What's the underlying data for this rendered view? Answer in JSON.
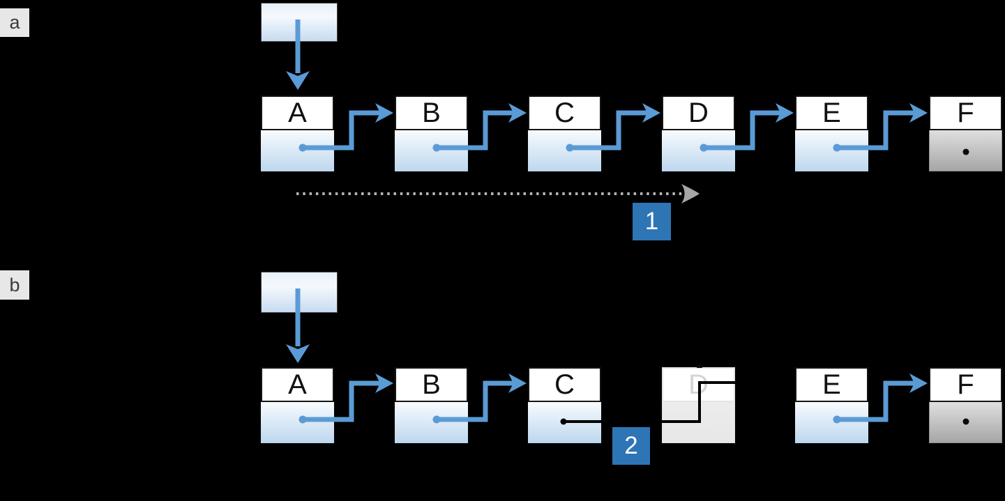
{
  "sections": [
    {
      "tag": "a",
      "badge": "1",
      "nodes": [
        {
          "label": "A",
          "pointer": "next"
        },
        {
          "label": "B",
          "pointer": "next"
        },
        {
          "label": "C",
          "pointer": "next"
        },
        {
          "label": "D",
          "pointer": "next"
        },
        {
          "label": "E",
          "pointer": "next"
        },
        {
          "label": "F",
          "pointer": "null"
        }
      ]
    },
    {
      "tag": "b",
      "badge": "2",
      "nodes": [
        {
          "label": "A",
          "pointer": "next"
        },
        {
          "label": "B",
          "pointer": "next"
        },
        {
          "label": "C",
          "pointer": "bypass-black-line"
        },
        {
          "label": "D",
          "pointer": "none",
          "state": "deleted"
        },
        {
          "label": "E",
          "pointer": "next"
        },
        {
          "label": "F",
          "pointer": "null"
        }
      ]
    }
  ],
  "colors": {
    "background": "#000000",
    "pointer_arrow_blue": "#5b9bd5",
    "step_badge_blue": "#2e75b6",
    "node_fill_top": "#f8fbfe",
    "node_fill_bottom": "#bdd7ee",
    "null_box_top": "#dfdfdf",
    "null_box_bottom": "#a6a6a6",
    "deleted_node_gray": "#e9e9e9",
    "dotted_arrow_gray": "#b5b5b5"
  },
  "icons": {
    "head-pointer-down-arrow-icon": "solid blue down arrow",
    "next-pointer-arrow-icon": "blue elbow arrow to next node",
    "pointer-origin-dot-icon": "blue filled circle",
    "null-pointer-dot-icon": "black filled circle",
    "traversal-dotted-arrow-icon": "gray dotted right arrow",
    "bypass-pointer-line-icon": "black elbow line skipping deleted node"
  }
}
